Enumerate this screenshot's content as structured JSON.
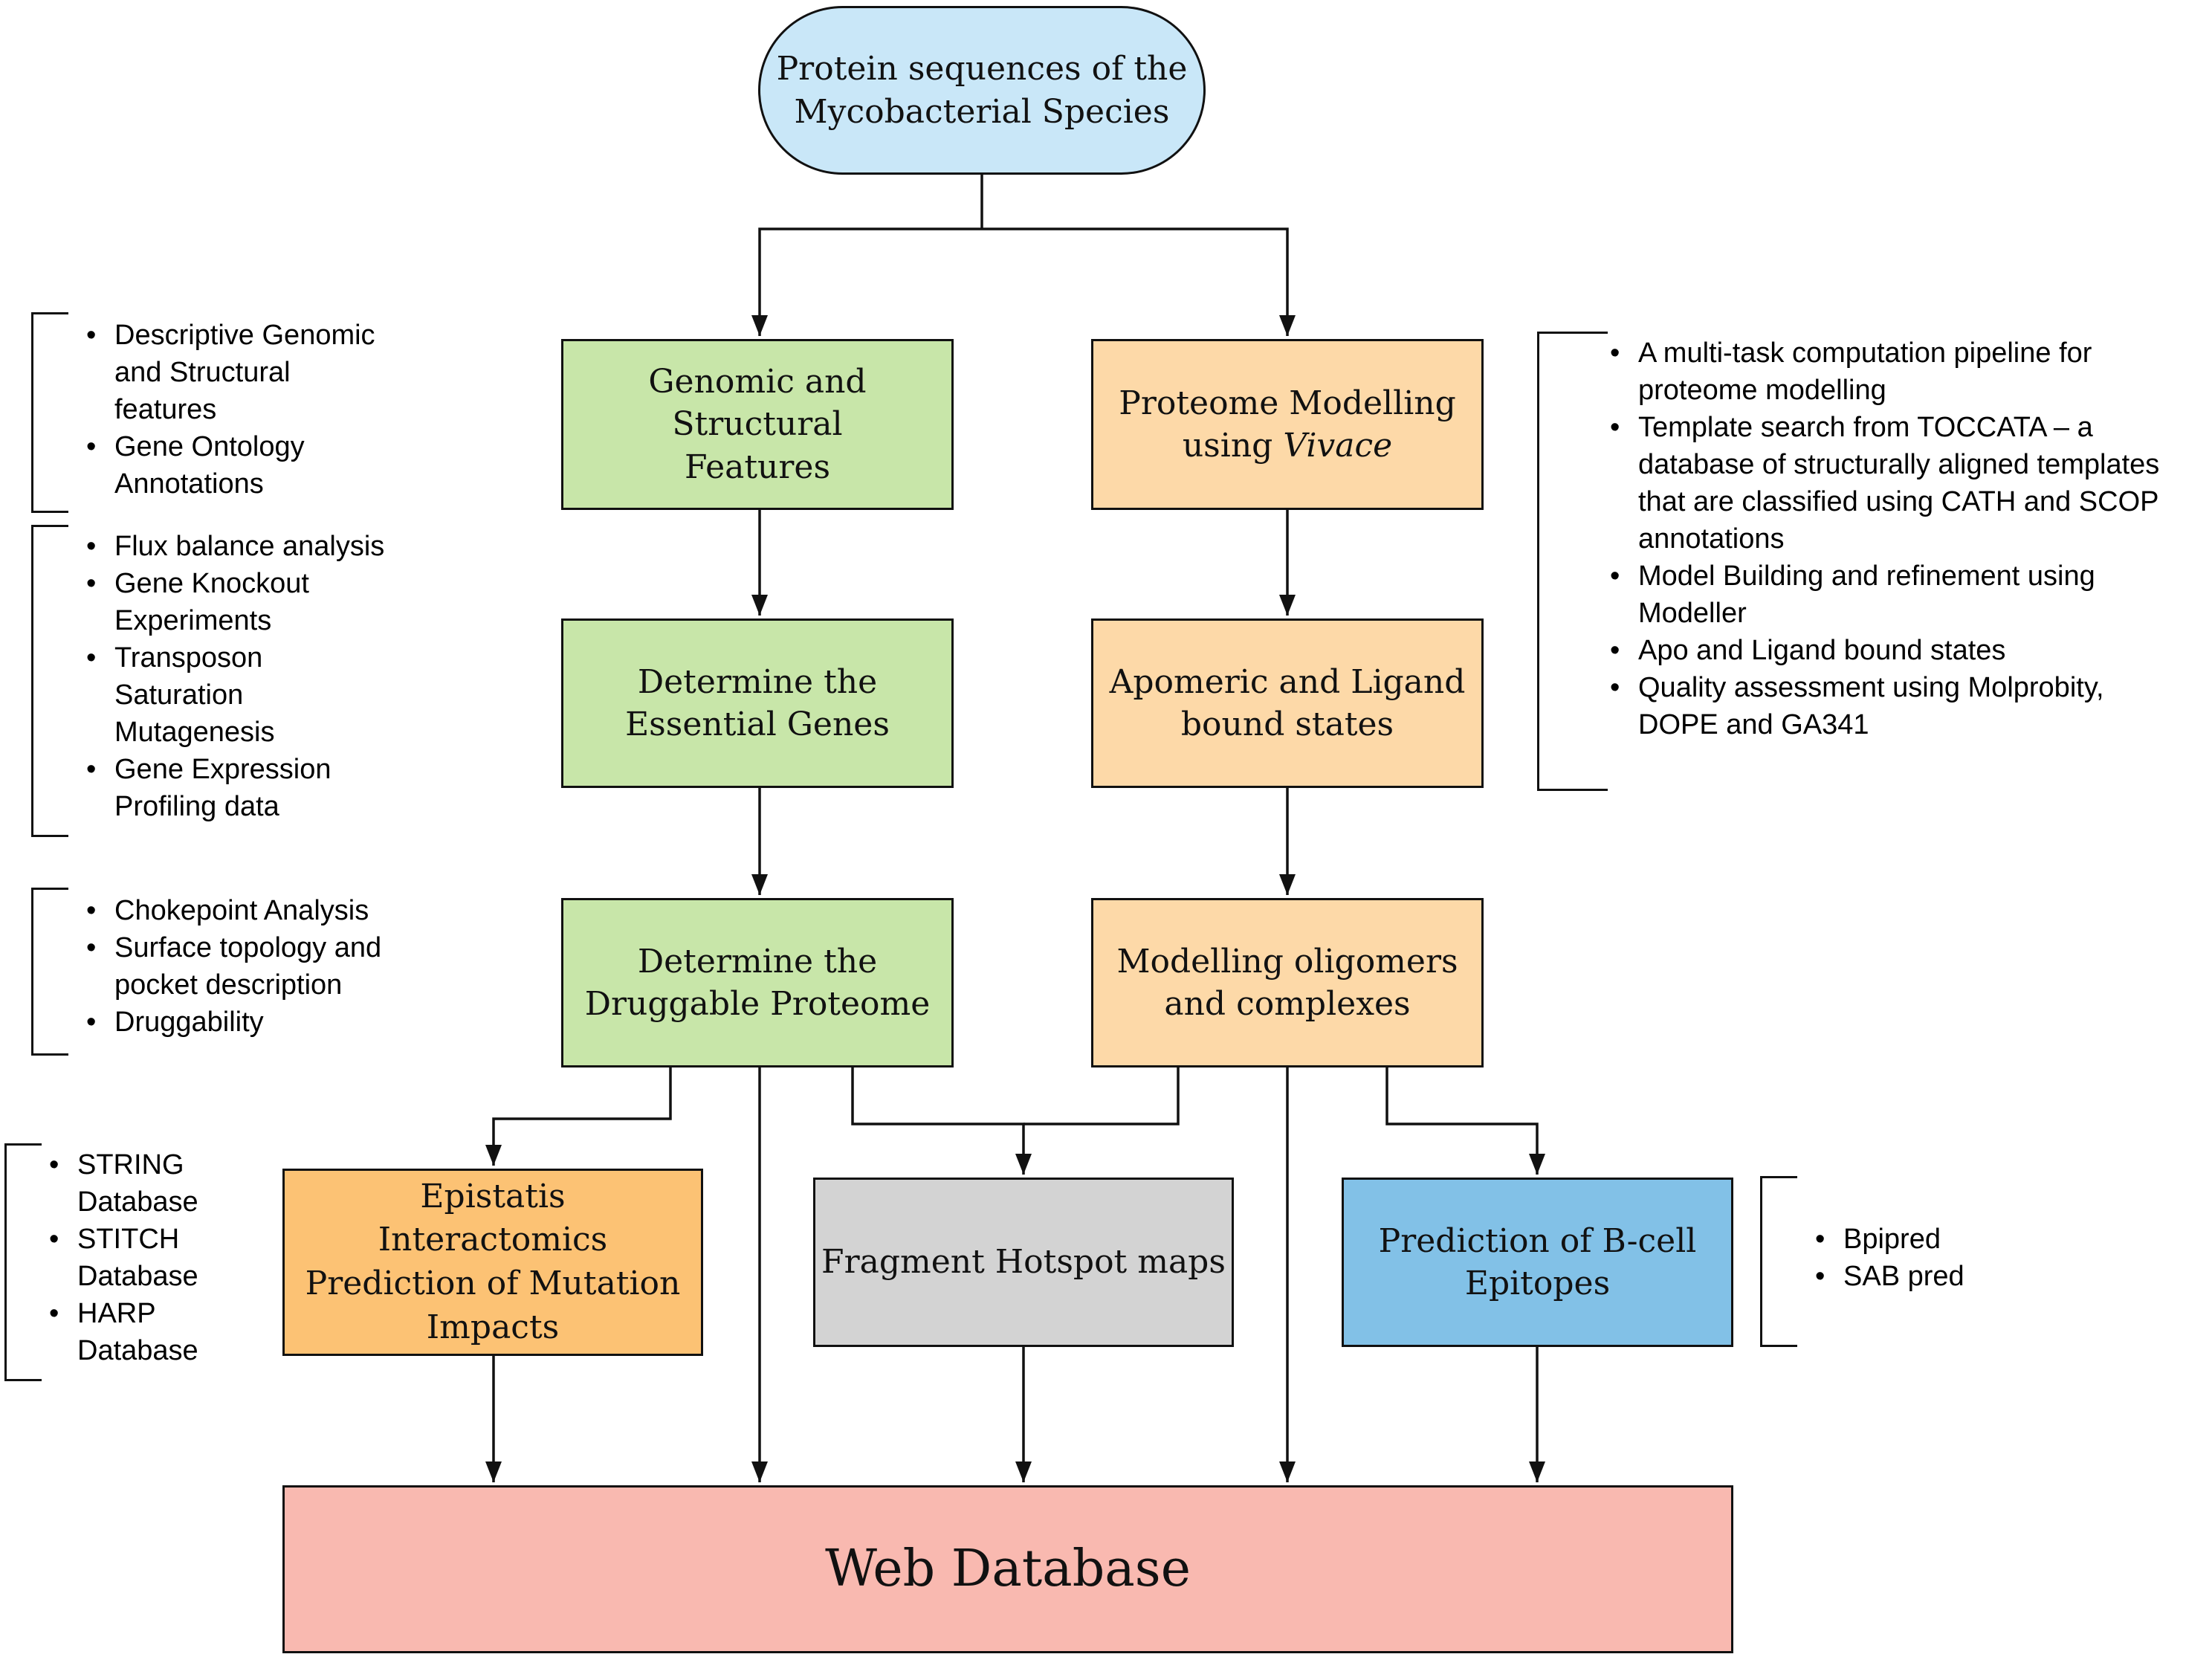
{
  "colors": {
    "start": "#c9e7f8",
    "green": "#c8e6a9",
    "peach": "#fdd9a8",
    "orange": "#fcc274",
    "gray": "#d3d3d3",
    "blue": "#82c1e7",
    "pink": "#f9b9b0"
  },
  "nodes": {
    "start": "Protein sequences of the\nMycobacterial Species",
    "genomic": "Genomic and Structural\nFeatures",
    "proteome_line1": "Proteome Modelling",
    "proteome_using": "using ",
    "proteome_vivace": "Vivace",
    "essential": "Determine the\nEssential Genes",
    "apomeric": "Apomeric and Ligand\nbound states",
    "druggable": "Determine the\nDruggable Proteome",
    "oligomers": "Modelling oligomers\nand complexes",
    "epistatis": "Epistatis\nInteractomics\nPrediction of Mutation\nImpacts",
    "fragment": "Fragment Hotspot maps",
    "bcell": "Prediction of B-cell\nEpitopes",
    "web": "Web Database"
  },
  "side_lists": {
    "genomic_features": [
      "Descriptive Genomic\nand Structural\nfeatures",
      "Gene Ontology\nAnnotations"
    ],
    "essential_methods": [
      "Flux balance analysis",
      "Gene Knockout\nExperiments",
      "Transposon\nSaturation\nMutagenesis",
      "Gene Expression\nProfiling data"
    ],
    "druggable_methods": [
      "Chokepoint Analysis",
      "Surface topology and\npocket description",
      "Druggability"
    ],
    "interaction_dbs": [
      "STRING\nDatabase",
      "STITCH\nDatabase",
      "HARP\nDatabase"
    ],
    "modelling_pipeline": [
      "A multi-task computation pipeline for\nproteome modelling",
      "Template search from TOCCATA – a\ndatabase of structurally aligned templates\nthat are classified using CATH and SCOP\nannotations",
      "Model Building and refinement using\nModeller",
      "Apo and Ligand bound states",
      "Quality assessment using Molprobity,\nDOPE and GA341"
    ],
    "epitope_tools": [
      "Bpipred",
      "SAB pred"
    ]
  },
  "bullet_char": "•"
}
